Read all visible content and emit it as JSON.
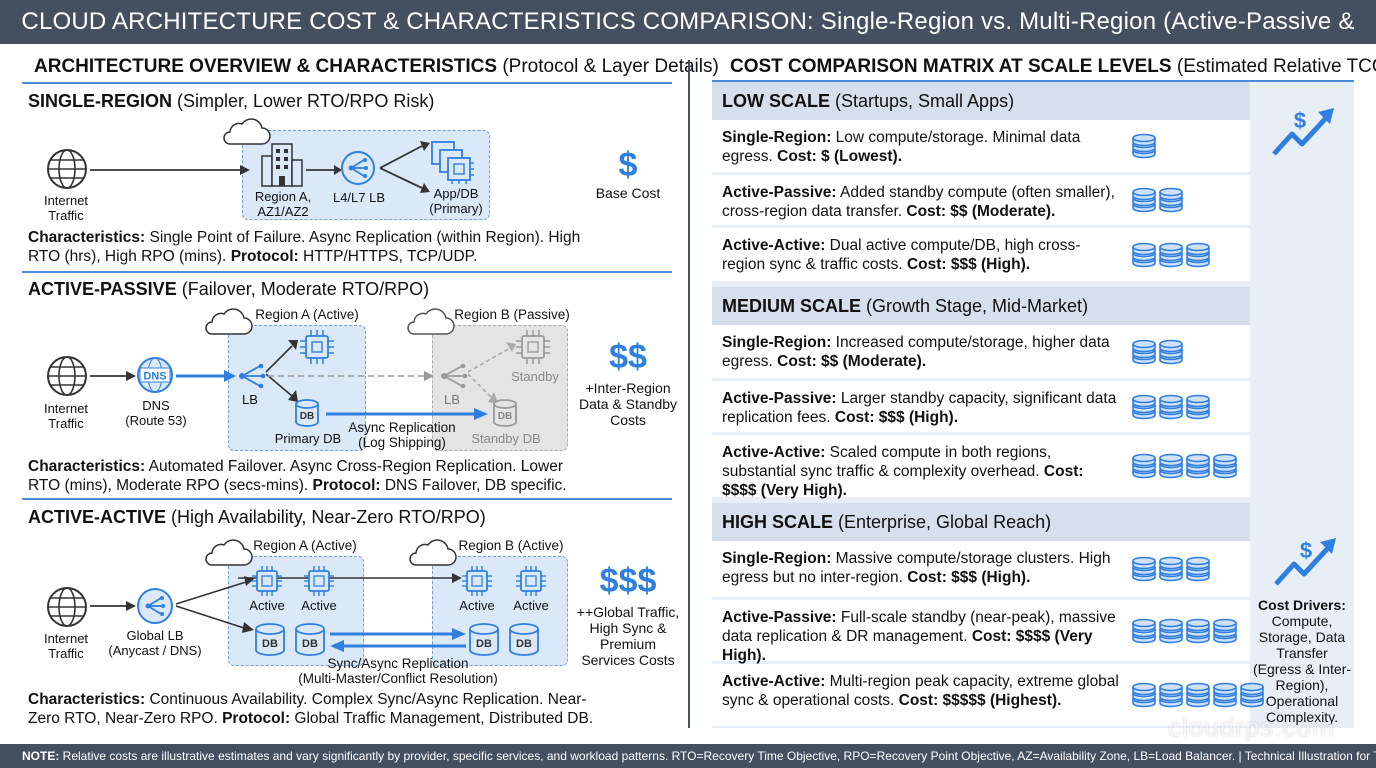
{
  "title": "CLOUD ARCHITECTURE COST & CHARACTERISTICS COMPARISON: Single-Region vs. Multi-Region (Active-Passive & Active-Active)",
  "left": {
    "header_bold": "ARCHITECTURE OVERVIEW & CHARACTERISTICS",
    "header_rest": " (Protocol & Layer Details)",
    "single": {
      "title_bold": "SINGLE-REGION",
      "title_rest": " (Simpler, Lower RTO/RPO Risk)",
      "internet": "Internet\nTraffic",
      "region": "Region A,\nAZ1/AZ2",
      "lb": "L4/L7 LB",
      "appdb": "App/DB\n(Primary)",
      "cost_symbol": "$",
      "cost_label": "Base Cost",
      "chars_bold1": "Characteristics:",
      "chars_text1": " Single Point of Failure. Async Replication (within Region). High RTO (hrs), High RPO (mins). ",
      "chars_bold2": "Protocol:",
      "chars_text2": " HTTP/HTTPS, TCP/UDP."
    },
    "ap": {
      "title_bold": "ACTIVE-PASSIVE",
      "title_rest": " (Failover, Moderate RTO/RPO)",
      "internet": "Internet\nTraffic",
      "dns_icon": "DNS",
      "dns": "DNS\n(Route 53)",
      "region_a": "Region A (Active)",
      "region_b": "Region B (Passive)",
      "lb_a": "LB",
      "lb_b": "LB",
      "db_icon": "DB",
      "primary_db": "Primary DB",
      "standby": "Standby",
      "standby_db": "Standby DB",
      "replication": "Async Replication\n(Log Shipping)",
      "cost_symbol": "$$",
      "cost_label": "+Inter-Region\nData & Standby\nCosts",
      "chars_bold1": "Characteristics:",
      "chars_text1": " Automated Failover. Async Cross-Region Replication. Lower RTO (mins), Moderate RPO (secs-mins). ",
      "chars_bold2": "Protocol:",
      "chars_text2": " DNS Failover, DB specific."
    },
    "aa": {
      "title_bold": "ACTIVE-ACTIVE",
      "title_rest": " (High Availability, Near-Zero RTO/RPO)",
      "internet": "Internet\nTraffic",
      "glb": "Global LB\n(Anycast / DNS)",
      "region_a": "Region A (Active)",
      "region_b": "Region B (Active)",
      "active": "Active",
      "db_icon": "DB",
      "replication": "Sync/Async Replication\n(Multi-Master/Conflict Resolution)",
      "cost_symbol": "$$$",
      "cost_label": "++Global Traffic,\nHigh Sync &\nPremium\nServices Costs",
      "chars_bold1": "Characteristics:",
      "chars_text1": " Continuous Availability. Complex Sync/Async Replication. Near-Zero RTO, Near-Zero RPO. ",
      "chars_bold2": "Protocol:",
      "chars_text2": " Global Traffic Management, Distributed DB."
    }
  },
  "right": {
    "header_bold": "COST COMPARISON MATRIX AT SCALE LEVELS",
    "header_rest": " (Estimated Relative TCO)",
    "scales": [
      {
        "title_bold": "LOW SCALE",
        "title_rest": " (Startups, Small Apps)",
        "rows": [
          {
            "bold": "Single-Region:",
            "text": " Low compute/storage. Minimal data egress. ",
            "cost": "Cost: $ (Lowest).",
            "coins": 1
          },
          {
            "bold": "Active-Passive:",
            "text": " Added standby compute (often smaller), cross-region data transfer. ",
            "cost": "Cost: $$ (Moderate).",
            "coins": 2
          },
          {
            "bold": "Active-Active:",
            "text": " Dual active compute/DB, high cross-region sync & traffic costs. ",
            "cost": "Cost: $$$ (High).",
            "coins": 3
          }
        ]
      },
      {
        "title_bold": "MEDIUM SCALE",
        "title_rest": " (Growth Stage, Mid-Market)",
        "rows": [
          {
            "bold": "Single-Region:",
            "text": " Increased compute/storage, higher data egress. ",
            "cost": "Cost: $$ (Moderate).",
            "coins": 2
          },
          {
            "bold": "Active-Passive:",
            "text": " Larger standby capacity, significant data replication fees. ",
            "cost": "Cost: $$$ (High).",
            "coins": 3
          },
          {
            "bold": "Active-Active:",
            "text": " Scaled compute in both regions, substantial sync traffic & complexity overhead. ",
            "cost": "Cost: $$$$ (Very High).",
            "coins": 4
          }
        ]
      },
      {
        "title_bold": "HIGH SCALE",
        "title_rest": " (Enterprise, Global Reach)",
        "rows": [
          {
            "bold": "Single-Region:",
            "text": " Massive compute/storage clusters. High egress but no inter-region. ",
            "cost": "Cost: $$$ (High).",
            "coins": 3
          },
          {
            "bold": "Active-Passive:",
            "text": " Full-scale standby (near-peak), massive data replication & DR management. ",
            "cost": "Cost: $$$$ (Very High).",
            "coins": 4
          },
          {
            "bold": "Active-Active:",
            "text": " Multi-region peak capacity, extreme global sync & operational costs. ",
            "cost": "Cost: $$$$$ (Highest).",
            "coins": 5
          }
        ]
      }
    ],
    "drivers_bold": "Cost Drivers:",
    "drivers_text": "Compute, Storage, Data Transfer (Egress & Inter-Region), Operational Complexity."
  },
  "footer": {
    "bold": "NOTE:",
    "text": " Relative costs are illustrative estimates and vary significantly by provider, specific services, and workload patterns. RTO=Recovery Time Objective, RPO=Recovery Point Objective, AZ=Availability Zone, LB=Load Balancer. | Technical Illustration for Technology Blog"
  },
  "watermark": "cloudrps.com",
  "colors": {
    "accent": "#2f7fe0",
    "bar": "#44505f",
    "region": "#dbe8f7",
    "matrix": "#e8eef6"
  }
}
